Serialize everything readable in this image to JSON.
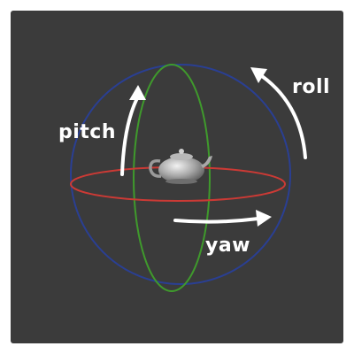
{
  "viewport": {
    "background_color": "#3b3b3b"
  },
  "gizmo": {
    "roll_ring_color": "#2a3f93",
    "pitch_ring_color": "#3f9a2c",
    "yaw_ring_color": "#cc3a35",
    "arrow_color": "#ffffff"
  },
  "labels": {
    "pitch": "pitch",
    "roll": "roll",
    "yaw": "yaw"
  },
  "icons": {
    "model": "teapot-icon"
  }
}
